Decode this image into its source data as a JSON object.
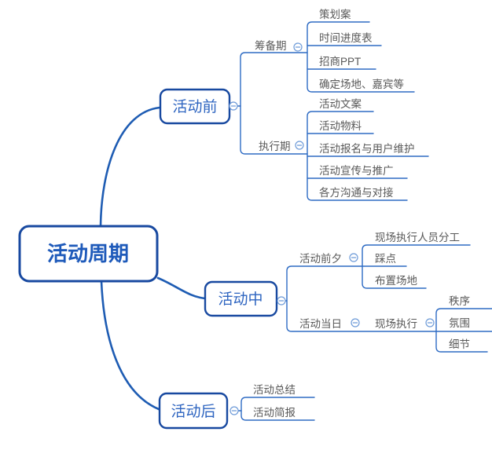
{
  "diagram_type": "mindmap",
  "colors": {
    "background": "#ffffff",
    "branch_line": "#1e5cb3",
    "link_line": "#2e6bc4",
    "node_border": "#1849a0",
    "root_text": "#1e5aba",
    "branch_text": "#2d64c0",
    "topic_text": "#595959",
    "collapse_icon": "#6e9bd8"
  },
  "icons": {
    "collapse": "minus-circle"
  },
  "root": {
    "label": "活动周期"
  },
  "branches": [
    {
      "label": "活动前",
      "children": [
        {
          "label": "筹备期",
          "children": [
            {
              "label": "策划案"
            },
            {
              "label": "时间进度表"
            },
            {
              "label": "招商PPT"
            },
            {
              "label": "确定场地、嘉宾等"
            }
          ]
        },
        {
          "label": "执行期",
          "children": [
            {
              "label": "活动文案"
            },
            {
              "label": "活动物料"
            },
            {
              "label": "活动报名与用户维护"
            },
            {
              "label": "活动宣传与推广"
            },
            {
              "label": "各方沟通与对接"
            }
          ]
        }
      ]
    },
    {
      "label": "活动中",
      "children": [
        {
          "label": "活动前夕",
          "children": [
            {
              "label": "现场执行人员分工"
            },
            {
              "label": "踩点"
            },
            {
              "label": "布置场地"
            }
          ]
        },
        {
          "label": "活动当日",
          "children": [
            {
              "label": "现场执行",
              "children": [
                {
                  "label": "秩序"
                },
                {
                  "label": "氛围"
                },
                {
                  "label": "细节"
                }
              ]
            }
          ]
        }
      ]
    },
    {
      "label": "活动后",
      "children": [
        {
          "label": "活动总结"
        },
        {
          "label": "活动简报"
        }
      ]
    }
  ]
}
